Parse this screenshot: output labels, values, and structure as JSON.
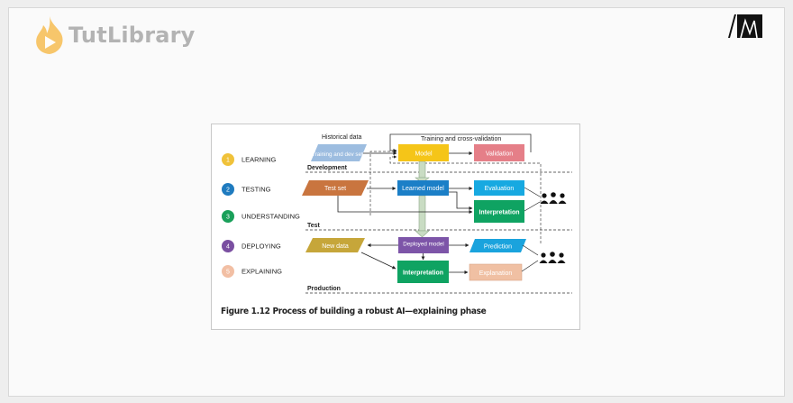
{
  "watermark": {
    "brand": "TutLibrary"
  },
  "figure": {
    "caption": "Figure 1.12 Process of building a robust AI—explaining phase",
    "phases": [
      {
        "num": "1",
        "label": "LEARNING",
        "color": "#f0c23a"
      },
      {
        "num": "2",
        "label": "TESTING",
        "color": "#1f7bbf"
      },
      {
        "num": "3",
        "label": "UNDERSTANDING",
        "color": "#1aa05a"
      },
      {
        "num": "4",
        "label": "DEPLOYING",
        "color": "#7a4fa1"
      },
      {
        "num": "5",
        "label": "EXPLAINING",
        "color": "#f2bfa4"
      }
    ],
    "sections": {
      "development": "Development",
      "test": "Test",
      "production": "Production"
    },
    "annotations": {
      "historical_data": "Historical data",
      "training_cv": "Training and cross-validation"
    },
    "nodes": {
      "training_sets": "Training and dev sets",
      "test_set": "Test set",
      "new_data": "New data",
      "model": "Model",
      "validation": "Validation",
      "learned_model": "Learned model",
      "evaluation": "Evaluation",
      "interpretation_test": "Interpretation",
      "deployed_model": "Deployed model",
      "prediction": "Prediction",
      "interpretation_prod": "Interpretation",
      "explanation": "Explanation"
    },
    "colors": {
      "training_sets": "#9dbde0",
      "test_set": "#c9753f",
      "new_data": "#c6a63a",
      "model": "#f5c518",
      "validation": "#e57f88",
      "learned_model": "#1b7fc7",
      "evaluation": "#17a9e1",
      "interpretation": "#0fa362",
      "deployed_model": "#7d55a8",
      "prediction": "#1aa3dd",
      "explanation": "#f0c0a3"
    }
  }
}
